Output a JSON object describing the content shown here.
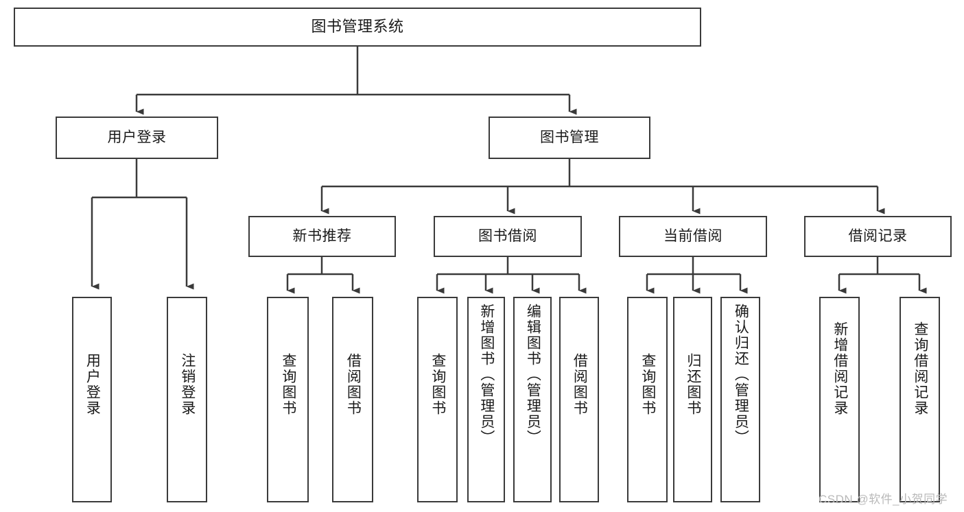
{
  "diagram": {
    "title": "图书管理系统",
    "type": "hierarchy-tree",
    "watermark": "CSDN @软件_小贺同学",
    "colors": {
      "border": "#3a3a3a",
      "background": "#ffffff",
      "text": "#1a1a1a",
      "watermark": "#b9b9b9"
    },
    "levels": {
      "root": {
        "label": "图书管理系统"
      },
      "level2": [
        {
          "label": "用户登录"
        },
        {
          "label": "图书管理"
        }
      ],
      "level3": [
        {
          "label": "新书推荐"
        },
        {
          "label": "图书借阅"
        },
        {
          "label": "当前借阅"
        },
        {
          "label": "借阅记录"
        }
      ],
      "leaves": {
        "user_login": [
          {
            "label": "用户登录"
          },
          {
            "label": "注销登录"
          }
        ],
        "new_book_recommend": [
          {
            "label": "查询图书"
          },
          {
            "label": "借阅图书"
          }
        ],
        "book_borrow": [
          {
            "label": "查询图书"
          },
          {
            "label": "新增图书（管理员）"
          },
          {
            "label": "编辑图书（管理员）"
          },
          {
            "label": "借阅图书"
          }
        ],
        "current_borrow": [
          {
            "label": "查询图书"
          },
          {
            "label": "归还图书"
          },
          {
            "label": "确认归还（管理员）"
          }
        ],
        "borrow_record": [
          {
            "label": "新增借阅记录"
          },
          {
            "label": "查询借阅记录"
          }
        ]
      }
    }
  }
}
